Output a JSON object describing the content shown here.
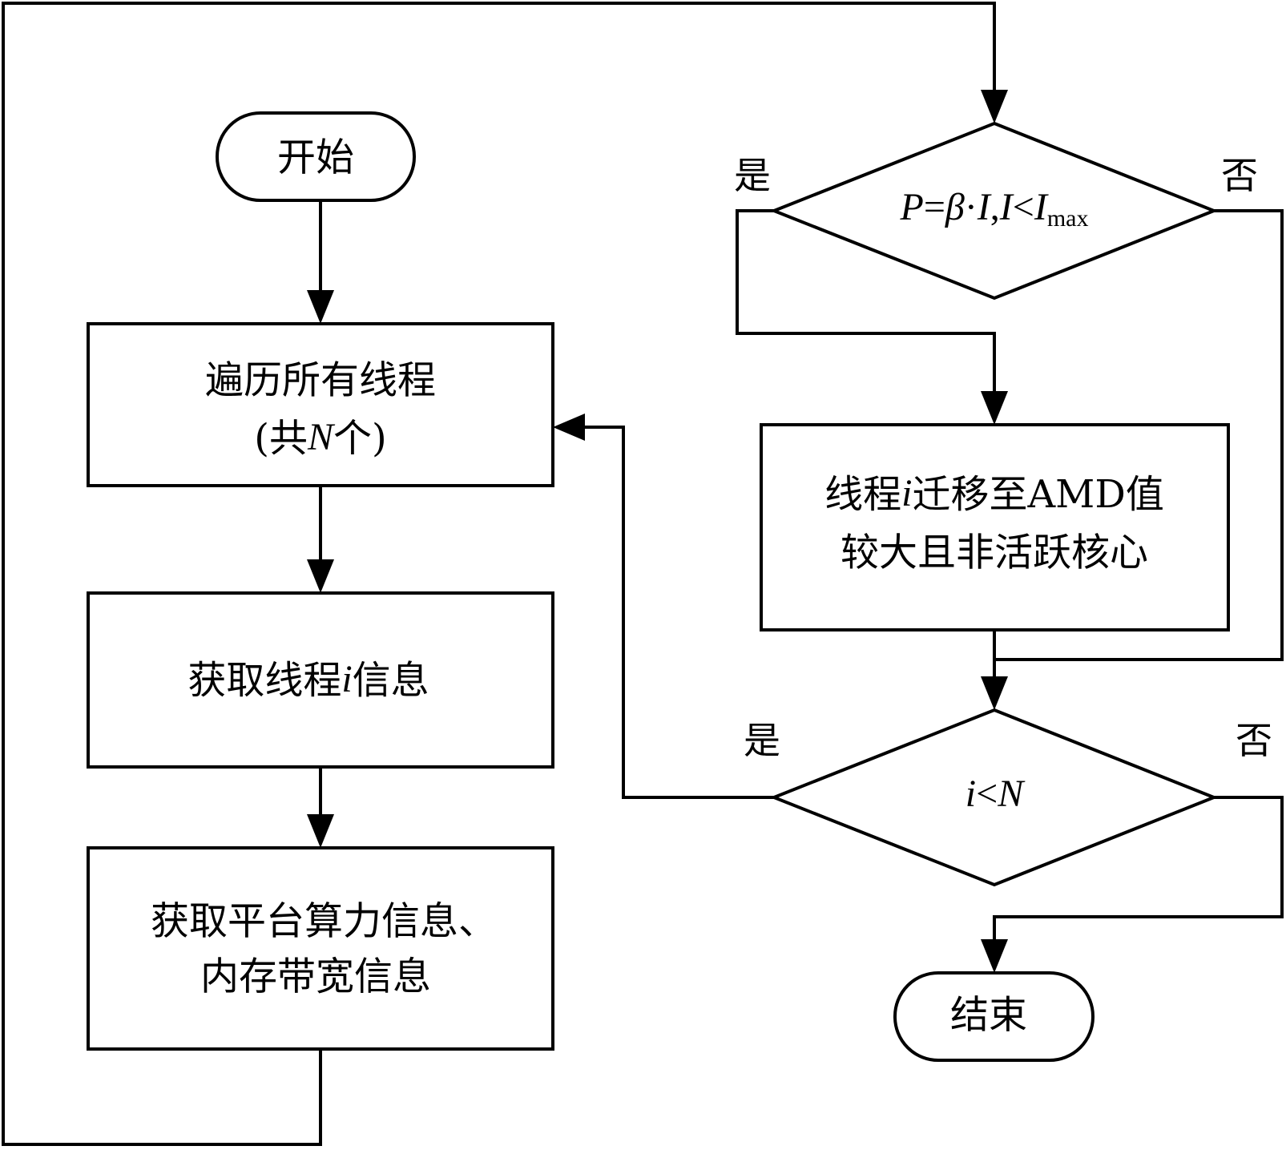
{
  "nodes": {
    "start": {
      "label": "开始"
    },
    "traverse": {
      "line1": "遍历所有线程",
      "line2_prefix": "(共",
      "line2_var": "N",
      "line2_suffix": "个)"
    },
    "get_thread": {
      "prefix": "获取线程",
      "var": "i",
      "suffix": "信息"
    },
    "get_platform": {
      "line1": "获取平台算力信息、",
      "line2": "内存带宽信息"
    },
    "decision_power": {
      "p": "P",
      "eq": "=",
      "beta": "β",
      "dot": "·",
      "i1": "I",
      "comma": ",",
      "i2": "I",
      "lt": "<",
      "i3": "I",
      "sub": "max"
    },
    "migrate": {
      "line1_prefix": "线程",
      "line1_var": "i",
      "line1_suffix": "迁移至AMD值",
      "line2": "较大且非活跃核心"
    },
    "decision_count": {
      "var_i": "i",
      "lt": "<",
      "var_n": "N"
    },
    "end": {
      "label": "结束"
    }
  },
  "edge_labels": {
    "power_yes": "是",
    "power_no": "否",
    "count_yes": "是",
    "count_no": "否"
  }
}
